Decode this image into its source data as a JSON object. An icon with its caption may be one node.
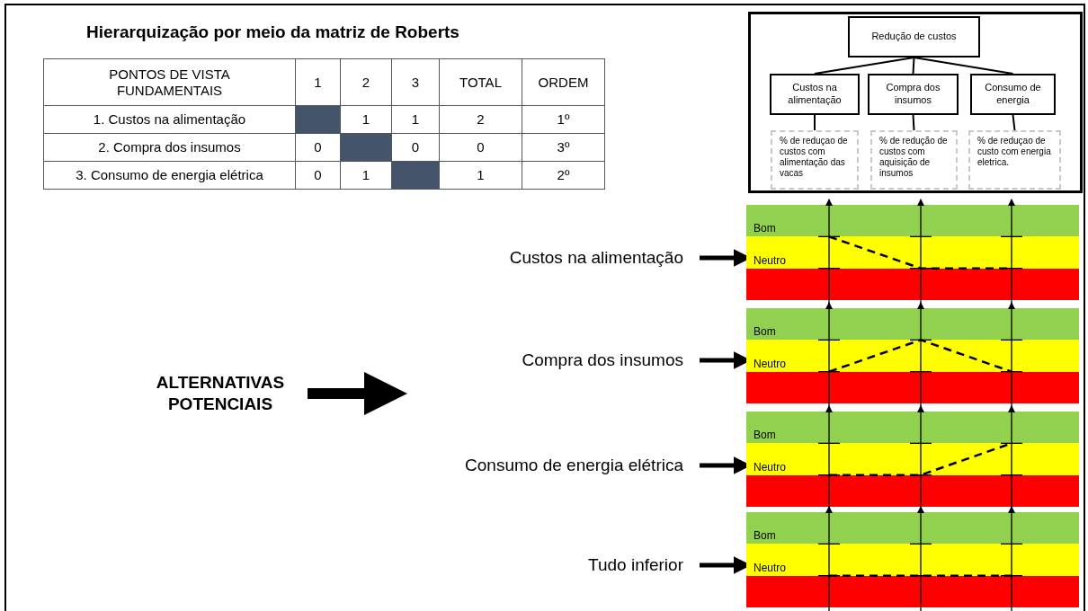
{
  "diagram": {
    "title": "Hierarquização por meio da matriz de Roberts",
    "nodes": [
      {
        "text": [
          "Redução de custos"
        ]
      },
      {
        "text": [
          "Custos na alimentação"
        ]
      },
      {
        "text": [
          "Compra dos insumos"
        ]
      },
      {
        "text": [
          "Consumo de energia"
        ]
      },
      {
        "text": [
          "% de reduçao de custos com alimentação das vacas"
        ]
      },
      {
        "text": [
          "% de redução de custos com aquisição de insumos"
        ]
      },
      {
        "text": [
          "% de reduçao de custo com energia eletrica."
        ]
      },
      {
        "text": [
          "ALTERNATIVAS POTENCIAIS"
        ]
      },
      {
        "text": [
          "Custos na alimentação"
        ]
      },
      {
        "text": [
          "Compra dos insumos"
        ]
      },
      {
        "text": [
          "Consumo de energia elétrica"
        ]
      },
      {
        "text": [
          "Tudo inferior"
        ]
      },
      {
        "text": [
          "Bom",
          "Neutro"
        ]
      },
      {
        "text": [
          "Bom",
          "Neutro"
        ]
      },
      {
        "text": [
          "Bom",
          "Neutro"
        ]
      },
      {
        "text": [
          "Bom",
          "Neutro"
        ]
      }
    ],
    "edges": [
      {
        "from": 0,
        "to": 1,
        "arrow": "none"
      },
      {
        "from": 0,
        "to": 2,
        "arrow": "none"
      },
      {
        "from": 0,
        "to": 3,
        "arrow": "none"
      },
      {
        "from": 1,
        "to": 4,
        "arrow": "none"
      },
      {
        "from": 2,
        "to": 5,
        "arrow": "none"
      },
      {
        "from": 3,
        "to": 6,
        "arrow": "none"
      },
      {
        "from": 7,
        "to": null,
        "arrow": "to",
        "style": "thick"
      },
      {
        "from": 8,
        "to": 12,
        "arrow": "to",
        "style": "thick"
      },
      {
        "from": 9,
        "to": 13,
        "arrow": "to",
        "style": "thick"
      },
      {
        "from": 10,
        "to": 14,
        "arrow": "to",
        "style": "thick"
      },
      {
        "from": 11,
        "to": 15,
        "arrow": "to",
        "style": "thick"
      }
    ],
    "labels": [
      "PONTOS DE VISTA FUNDAMENTAIS",
      "1",
      "2",
      "3",
      "TOTAL",
      "ORDEM",
      "1. Custos na alimentação",
      "1",
      "1",
      "2",
      "1º",
      "2. Compra dos insumos",
      "0",
      "0",
      "0",
      "3º",
      "3. Consumo de energia elétrica",
      "0",
      "1",
      "1",
      "2º"
    ]
  }
}
